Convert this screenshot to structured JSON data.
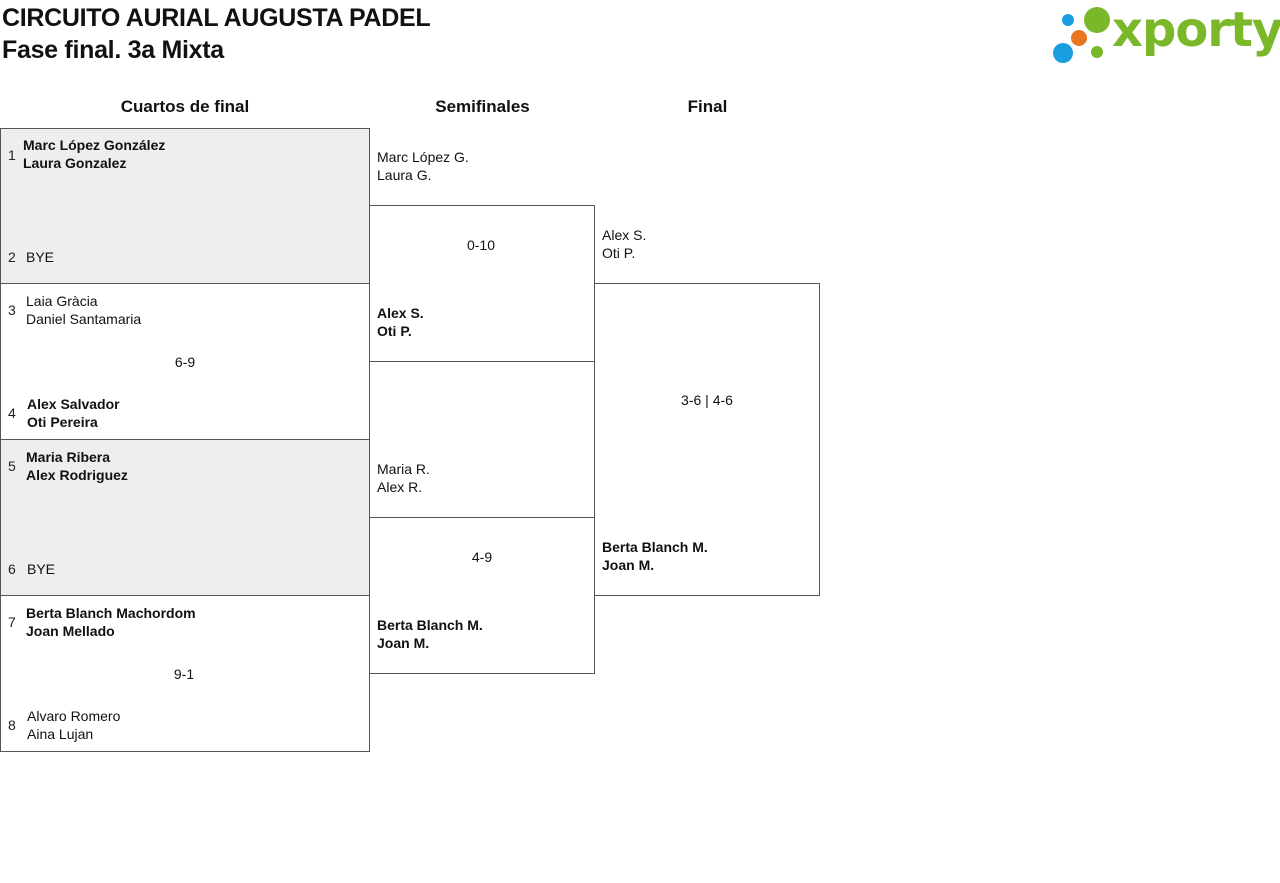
{
  "header": {
    "title": "CIRCUITO AURIAL AUGUSTA PADEL",
    "subtitle": "Fase final. 3a Mixta"
  },
  "logo": {
    "text": "xporty",
    "brand_color": "#7ab829",
    "dot_colors": [
      "#7ab829",
      "#1a9ee0",
      "#e8761e"
    ]
  },
  "rounds": {
    "quarterfinals": "Cuartos de final",
    "semifinals": "Semifinales",
    "final": "Final"
  },
  "quarterfinals": [
    {
      "top": {
        "seed": "1",
        "p1": "Marc López González",
        "p2": "Laura Gonzalez"
      },
      "bottom": {
        "seed": "2",
        "p1": "BYE",
        "p2": ""
      },
      "score": ""
    },
    {
      "top": {
        "seed": "3",
        "p1": "Laia Gràcia",
        "p2": "Daniel Santamaria"
      },
      "bottom": {
        "seed": "4",
        "p1": "Alex Salvador",
        "p2": "Oti Pereira"
      },
      "score": "6-9"
    },
    {
      "top": {
        "seed": "5",
        "p1": "Maria Ribera",
        "p2": "Alex Rodriguez"
      },
      "bottom": {
        "seed": "6",
        "p1": "BYE",
        "p2": ""
      },
      "score": ""
    },
    {
      "top": {
        "seed": "7",
        "p1": "Berta Blanch Machordom",
        "p2": "Joan Mellado"
      },
      "bottom": {
        "seed": "8",
        "p1": "Alvaro Romero",
        "p2": "Aina Lujan"
      },
      "score": "9-1"
    }
  ],
  "semifinals": [
    {
      "top": {
        "p1": "Marc López G.",
        "p2": "Laura G."
      },
      "bottom": {
        "p1": "Alex S.",
        "p2": "Oti P."
      },
      "score": "0-10"
    },
    {
      "top": {
        "p1": "Maria R.",
        "p2": "Alex R."
      },
      "bottom": {
        "p1": "Berta Blanch M.",
        "p2": "Joan M."
      },
      "score": "4-9"
    }
  ],
  "final": {
    "top": {
      "p1": "Alex S.",
      "p2": "Oti P."
    },
    "bottom": {
      "p1": "Berta Blanch M.",
      "p2": "Joan M."
    },
    "score": "3-6 | 4-6"
  }
}
